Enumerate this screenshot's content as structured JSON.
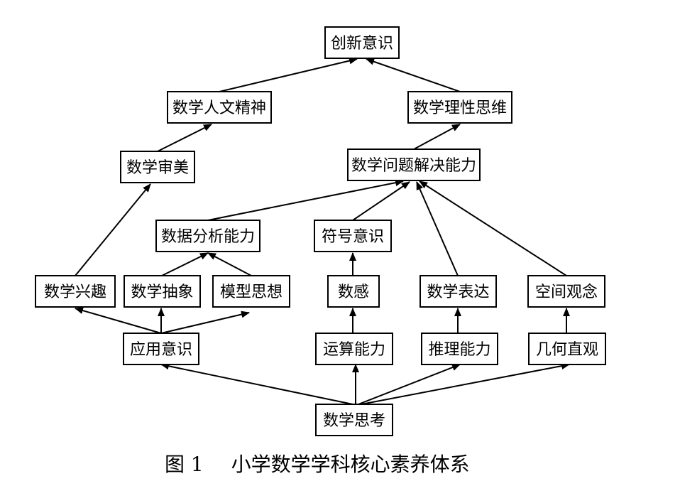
{
  "caption": {
    "label": "图 1",
    "title": "小学数学学科核心素养体系"
  },
  "nodes": [
    {
      "id": "innovation",
      "label": "创新意识"
    },
    {
      "id": "math_humanities",
      "label": "数学人文精神"
    },
    {
      "id": "math_rational",
      "label": "数学理性思维"
    },
    {
      "id": "math_aesthetics",
      "label": "数学审美"
    },
    {
      "id": "problem_solving",
      "label": "数学问题解决能力"
    },
    {
      "id": "data_analysis",
      "label": "数据分析能力"
    },
    {
      "id": "symbol_sense",
      "label": "符号意识"
    },
    {
      "id": "math_interest",
      "label": "数学兴趣"
    },
    {
      "id": "math_abstraction",
      "label": "数学抽象"
    },
    {
      "id": "model_thinking",
      "label": "模型思想"
    },
    {
      "id": "number_sense",
      "label": "数感"
    },
    {
      "id": "math_expression",
      "label": "数学表达"
    },
    {
      "id": "spatial_concept",
      "label": "空间观念"
    },
    {
      "id": "application",
      "label": "应用意识"
    },
    {
      "id": "computation",
      "label": "运算能力"
    },
    {
      "id": "reasoning",
      "label": "推理能力"
    },
    {
      "id": "geometric_intuition",
      "label": "几何直观"
    },
    {
      "id": "math_thinking",
      "label": "数学思考"
    }
  ],
  "edges": [
    {
      "from": "math_humanities",
      "to": "innovation"
    },
    {
      "from": "math_rational",
      "to": "innovation"
    },
    {
      "from": "math_aesthetics",
      "to": "math_humanities"
    },
    {
      "from": "problem_solving",
      "to": "math_rational"
    },
    {
      "from": "math_interest",
      "to": "math_aesthetics"
    },
    {
      "from": "data_analysis",
      "to": "problem_solving"
    },
    {
      "from": "symbol_sense",
      "to": "problem_solving"
    },
    {
      "from": "math_expression",
      "to": "problem_solving"
    },
    {
      "from": "spatial_concept",
      "to": "problem_solving"
    },
    {
      "from": "math_abstraction",
      "to": "data_analysis"
    },
    {
      "from": "model_thinking",
      "to": "data_analysis"
    },
    {
      "from": "number_sense",
      "to": "symbol_sense"
    },
    {
      "from": "application",
      "to": "math_interest"
    },
    {
      "from": "application",
      "to": "math_abstraction"
    },
    {
      "from": "application",
      "to": "model_thinking"
    },
    {
      "from": "computation",
      "to": "number_sense"
    },
    {
      "from": "reasoning",
      "to": "math_expression"
    },
    {
      "from": "geometric_intuition",
      "to": "spatial_concept"
    },
    {
      "from": "math_thinking",
      "to": "application"
    },
    {
      "from": "math_thinking",
      "to": "computation"
    },
    {
      "from": "math_thinking",
      "to": "reasoning"
    },
    {
      "from": "math_thinking",
      "to": "geometric_intuition"
    }
  ]
}
